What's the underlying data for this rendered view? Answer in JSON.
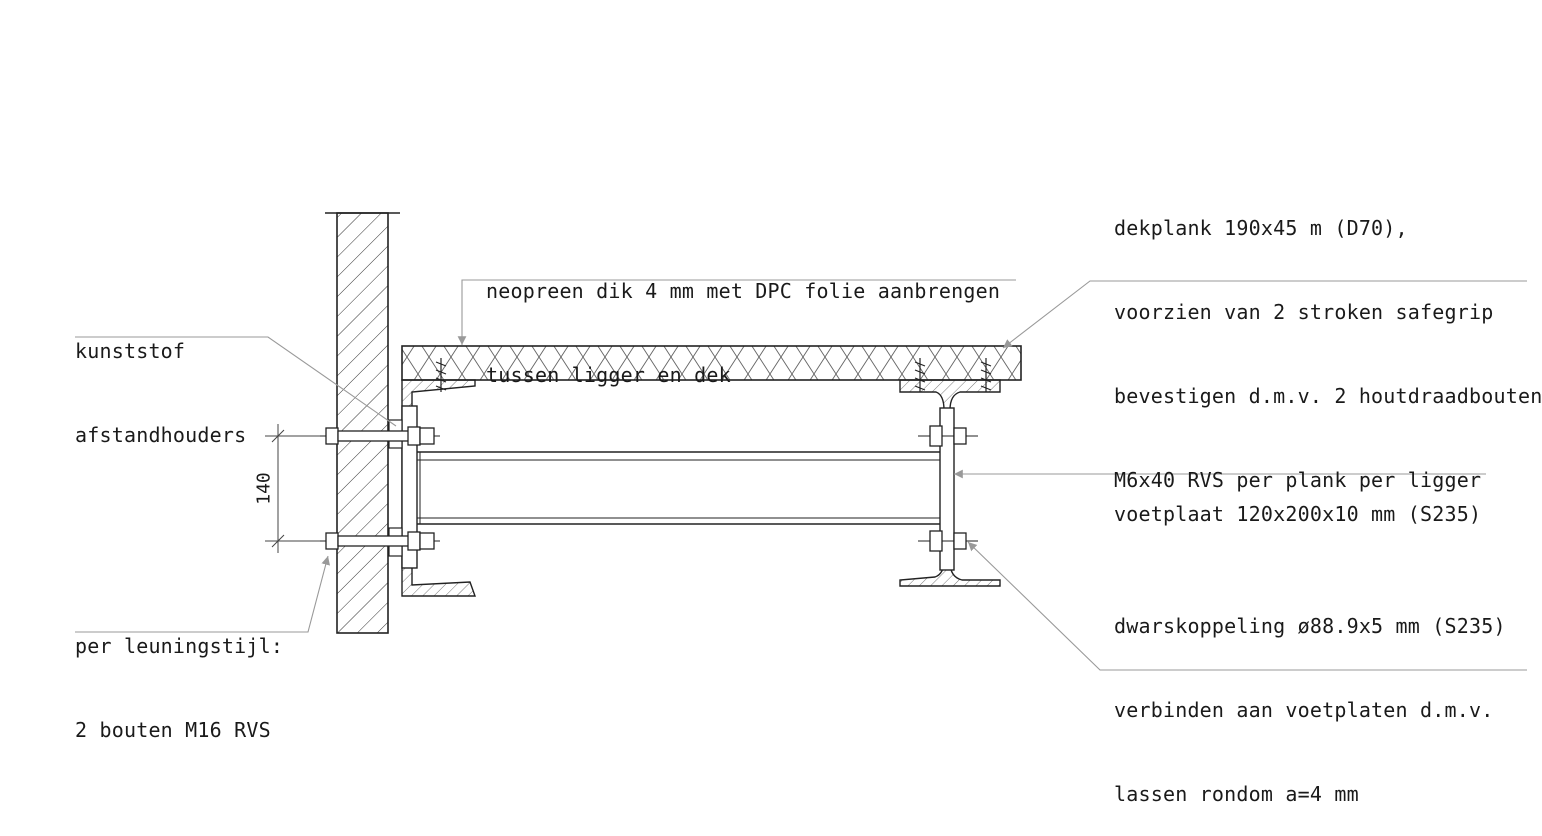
{
  "labels": {
    "kunststof": [
      "kunststof",
      "afstandhouders"
    ],
    "neopreen": [
      "neopreen dik 4 mm met DPC folie aanbrengen",
      "tussen ligger en dek"
    ],
    "dekplank": [
      "dekplank 190x45 m (D70),",
      "voorzien van 2 stroken safegrip",
      "bevestigen d.m.v. 2 houtdraadbouten",
      "M6x40 RVS per plank per ligger"
    ],
    "voetplaat": [
      "voetplaat 120x200x10 mm (S235)"
    ],
    "dwarskoppeling": [
      "dwarskoppeling ø88.9x5 mm (S235)",
      "verbinden aan voetplaten d.m.v.",
      "lassen rondom a=4 mm"
    ],
    "leuningstijl": [
      "per leuningstijl:",
      "2 bouten M16 RVS"
    ]
  },
  "dimension": "140"
}
